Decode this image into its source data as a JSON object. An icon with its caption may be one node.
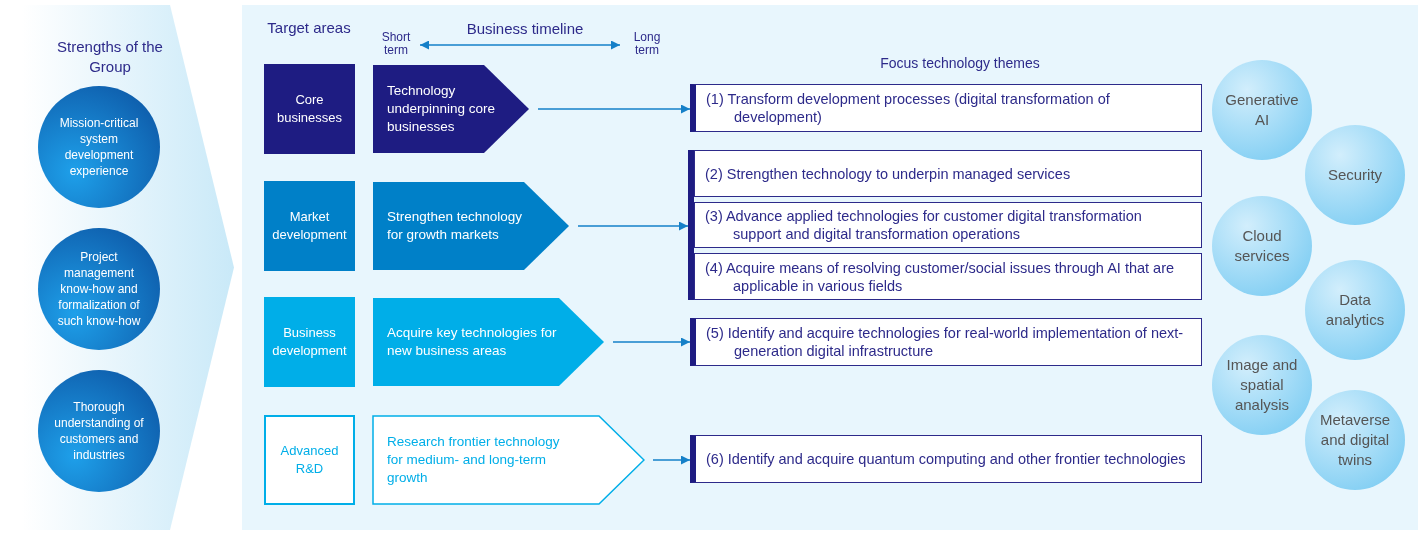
{
  "diagram": {
    "nodes": [
      {
        "text": [
          "Strengths of the Group"
        ]
      },
      {
        "text": [
          "Mission-critical system development experience"
        ],
        "in": 0
      },
      {
        "text": [
          "Project management know-how and formalization of such know-how"
        ],
        "in": 0
      },
      {
        "text": [
          "Thorough understanding of customers and industries"
        ],
        "in": 0
      },
      {
        "text": [
          "Core businesses"
        ]
      },
      {
        "text": [
          "Technology underpinning core businesses"
        ]
      },
      {
        "text": [
          "Market development"
        ]
      },
      {
        "text": [
          "Strengthen technology for growth markets"
        ]
      },
      {
        "text": [
          "Business development"
        ]
      },
      {
        "text": [
          "Acquire key technologies for new business areas"
        ]
      },
      {
        "text": [
          "Advanced R&D"
        ]
      },
      {
        "text": [
          "Research frontier technology for medium- and long-term growth"
        ]
      },
      {
        "text": [
          "(1) Transform development processes (digital transformation of development)"
        ]
      },
      {
        "text": [],
        "shape": "bar"
      },
      {
        "text": [
          "(2) Strengthen technology to underpin managed services"
        ]
      },
      {
        "text": [
          "(3) Advance applied technologies for customer digital transformation support and digital transformation operations"
        ]
      },
      {
        "text": [
          "(4) Acquire means of resolving customer/social issues through AI that are applicable in various fields"
        ]
      },
      {
        "text": [
          "(5) Identify and acquire technologies for real-world implementation of next-generation digital infrastructure"
        ]
      },
      {
        "text": [
          "(6) Identify and acquire quantum computing and other frontier technologies"
        ]
      },
      {
        "text": [
          "Generative AI"
        ]
      },
      {
        "text": [
          "Security"
        ]
      },
      {
        "text": [
          "Cloud services"
        ]
      },
      {
        "text": [
          "Data analytics"
        ]
      },
      {
        "text": [
          "Image and spatial analysis"
        ]
      },
      {
        "text": [
          "Metaverse and digital twins"
        ]
      }
    ],
    "edges": [
      {
        "from": 5,
        "to": 12,
        "arrow": "to"
      },
      {
        "from": 7,
        "to": 13,
        "arrow": "to"
      },
      {
        "from": 9,
        "to": 17,
        "arrow": "to"
      },
      {
        "from": 11,
        "to": 18,
        "arrow": "to"
      }
    ],
    "labels": [
      "Target areas",
      "Business timeline",
      "Short term",
      "Long term",
      "Focus technology themes"
    ]
  }
}
